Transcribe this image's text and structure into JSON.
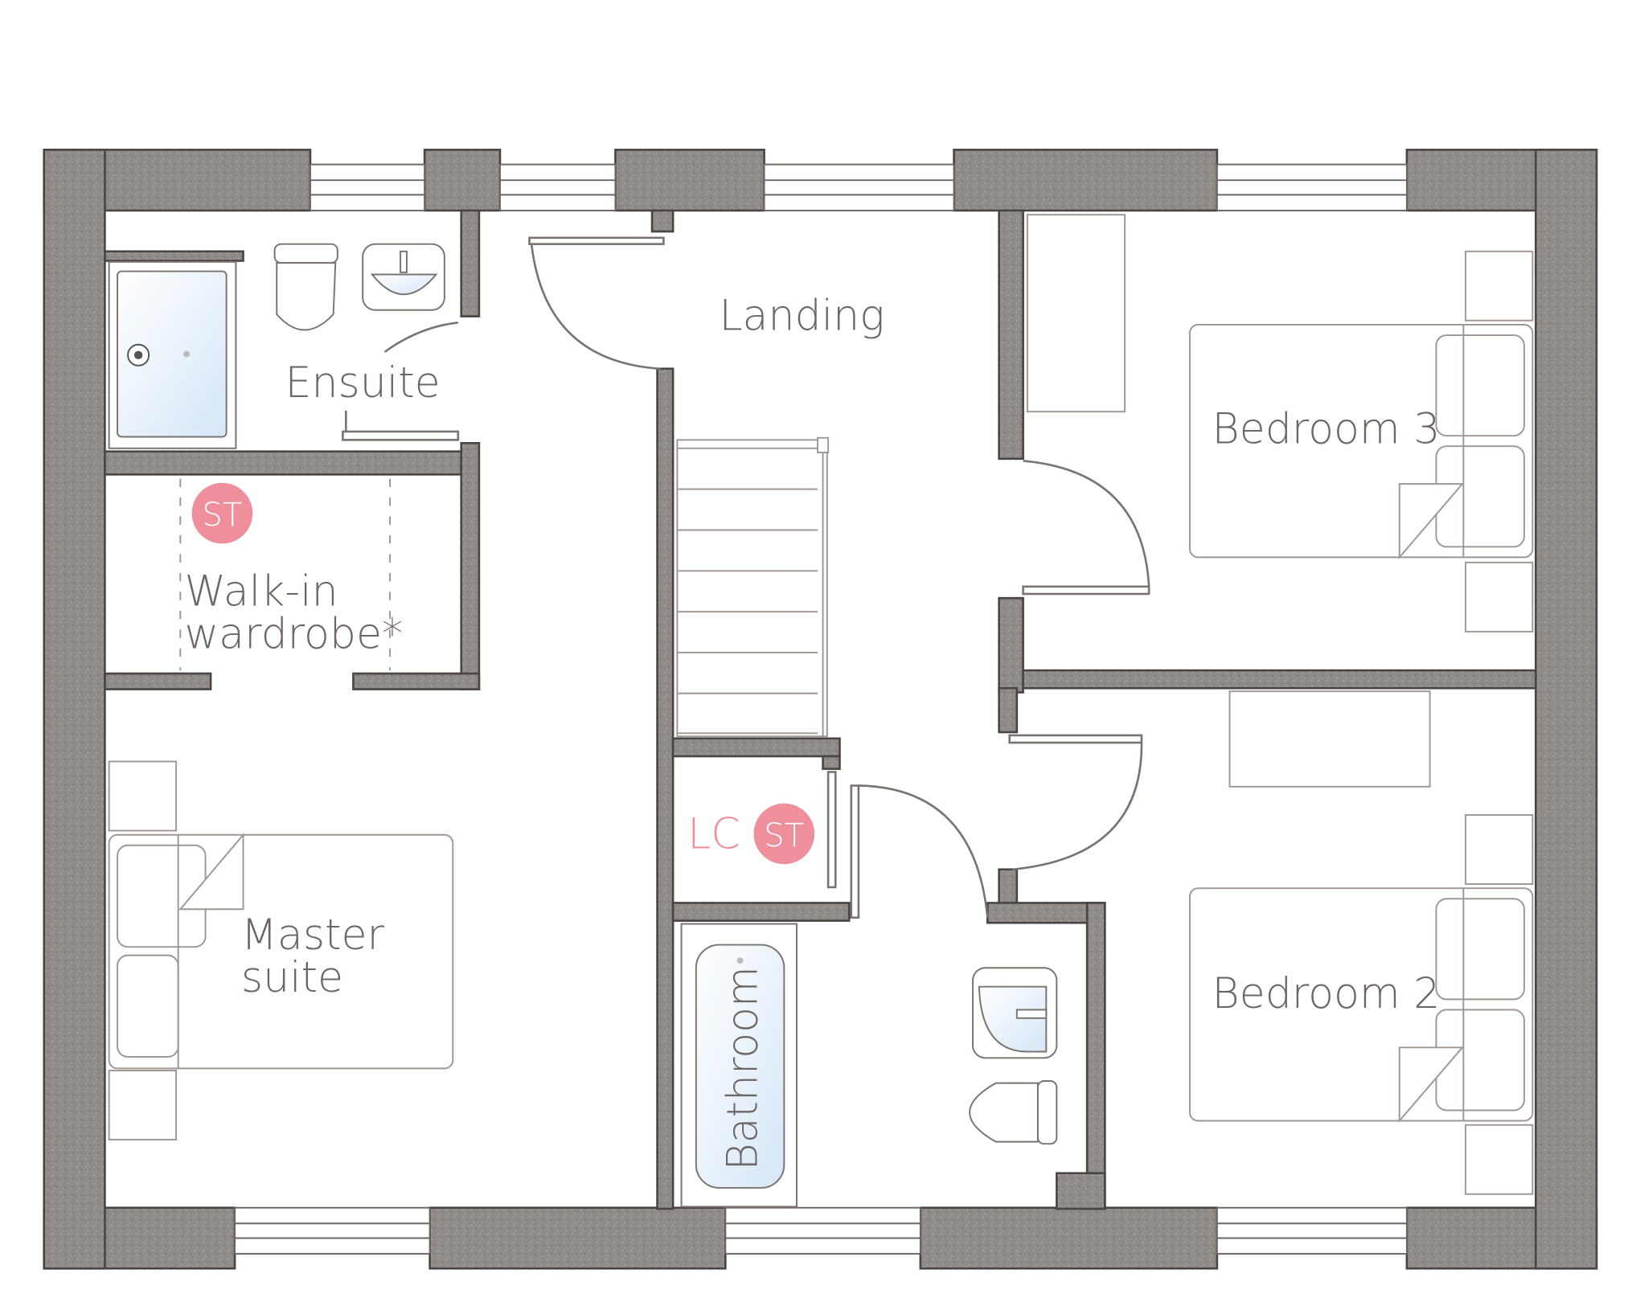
{
  "rooms": {
    "landing": "Landing",
    "ensuite": "Ensuite",
    "walk_in_line1": "Walk-in",
    "walk_in_line2": "wardrobe*",
    "master_line1": "Master",
    "master_line2": "suite",
    "bedroom3": "Bedroom 3",
    "bedroom2": "Bedroom 2",
    "bathroom": "Bathroom",
    "linen_cupboard": "LC"
  },
  "badges": {
    "storage": "ST"
  },
  "colors": {
    "wall": "#8f8b89",
    "wall_outline": "#4a4442",
    "label": "#6e6663",
    "fixture": "#7a7370",
    "badge": "#ef8f9c",
    "badge_text": "#ffffff",
    "lc_text": "#ef8f9c",
    "water": "#dbe9f7"
  }
}
